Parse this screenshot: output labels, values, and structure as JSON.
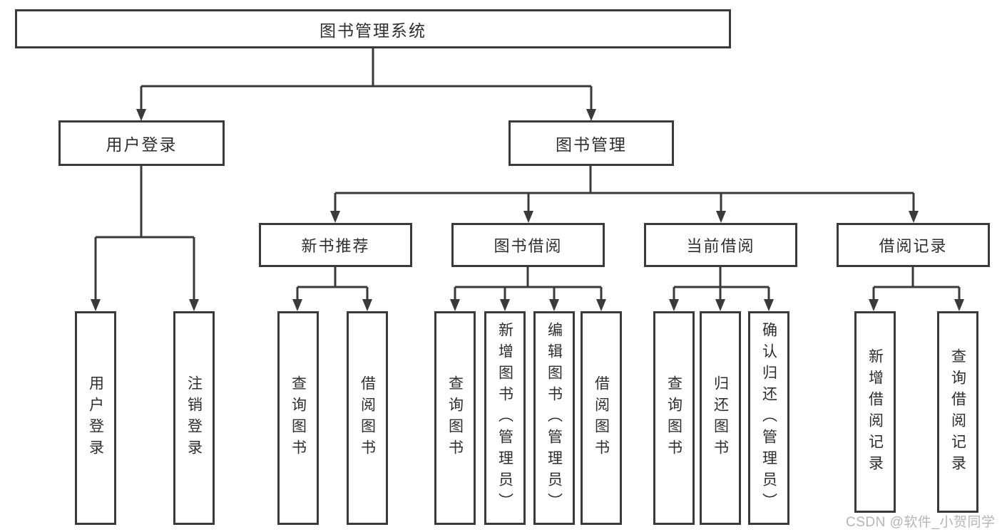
{
  "diagram": {
    "type": "hierarchy-diagram",
    "title": "图书管理系统",
    "watermark": "CSDN @软件_小贺同学",
    "colors": {
      "line": "#3a3a3a",
      "text": "#2e2e2e",
      "watermark": "#b5b5b5",
      "background": "#ffffff"
    },
    "tree": {
      "label": "图书管理系统",
      "children": [
        {
          "label": "用户登录",
          "children": [
            {
              "label": "用户登录"
            },
            {
              "label": "注销登录"
            }
          ]
        },
        {
          "label": "图书管理",
          "children": [
            {
              "label": "新书推荐",
              "children": [
                {
                  "label": "查询图书"
                },
                {
                  "label": "借阅图书"
                }
              ]
            },
            {
              "label": "图书借阅",
              "children": [
                {
                  "label": "查询图书"
                },
                {
                  "label": "新增图书（管理员）"
                },
                {
                  "label": "编辑图书（管理员）"
                },
                {
                  "label": "借阅图书"
                }
              ]
            },
            {
              "label": "当前借阅",
              "children": [
                {
                  "label": "查询图书"
                },
                {
                  "label": "归还图书"
                },
                {
                  "label": "确认归还（管理员）"
                }
              ]
            },
            {
              "label": "借阅记录",
              "children": [
                {
                  "label": "新增借阅记录"
                },
                {
                  "label": "查询借阅记录"
                }
              ]
            }
          ]
        }
      ]
    }
  }
}
